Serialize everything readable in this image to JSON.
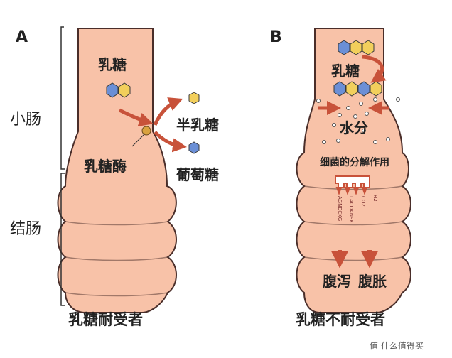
{
  "panel_a": {
    "letter": "A",
    "side_label_small_intestine": "小肠",
    "side_label_colon": "结肠",
    "lactose": "乳糖",
    "galactose": "半乳糖",
    "lactase": "乳糖酶",
    "glucose": "葡萄糖",
    "caption": "乳糖耐受者"
  },
  "panel_b": {
    "letter": "B",
    "lactose": "乳糖",
    "water": "水分",
    "bacteria_action": "细菌的分解作用",
    "gas_labels": [
      "H2",
      "CO2",
      "LACOANSK",
      "AGNDEKG"
    ],
    "diarrhea": "腹泻",
    "bloating": "腹胀",
    "caption": "乳糖不耐受者"
  },
  "watermark": "值 什么值得买",
  "colors": {
    "intestine_fill": "#f8c2a8",
    "intestine_stroke": "#4a2e2a",
    "arrow": "#c8523a",
    "hex_blue": "#6b8fd6",
    "hex_yellow": "#f2cf5c"
  }
}
